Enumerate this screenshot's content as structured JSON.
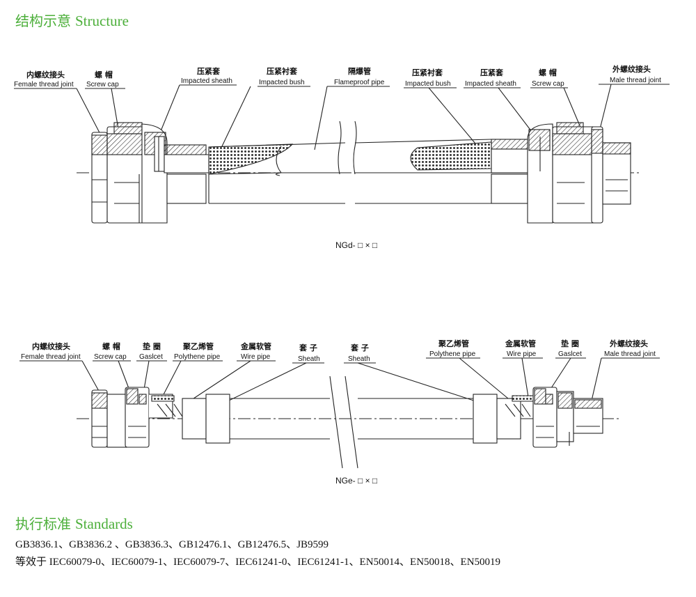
{
  "structure": {
    "title_zh": "结构示意",
    "title_en": "Structure"
  },
  "diagram1": {
    "model": "NGd- □ × □",
    "labels": [
      {
        "zh": "内螺纹接头",
        "en": "Female thread joint"
      },
      {
        "zh": "螺 帽",
        "en": "Screw cap"
      },
      {
        "zh": "压紧套",
        "en": "Impacted sheath"
      },
      {
        "zh": "压紧衬套",
        "en": "Impacted bush"
      },
      {
        "zh": "隔爆管",
        "en": "Flameproof pipe"
      },
      {
        "zh": "压紧衬套",
        "en": "Impacted bush"
      },
      {
        "zh": "压紧套",
        "en": "Impacted sheath"
      },
      {
        "zh": "螺 帽",
        "en": "Screw cap"
      },
      {
        "zh": "外螺纹接头",
        "en": "Male thread joint"
      }
    ]
  },
  "diagram2": {
    "model": "NGe- □ × □",
    "labels": [
      {
        "zh": "内螺纹接头",
        "en": "Female thread joint"
      },
      {
        "zh": "螺 帽",
        "en": "Screw cap"
      },
      {
        "zh": "垫 圈",
        "en": "Gaslcet"
      },
      {
        "zh": "聚乙烯管",
        "en": "Polythene pipe"
      },
      {
        "zh": "金属软管",
        "en": "Wire pipe"
      },
      {
        "zh": "套 子",
        "en": "Sheath"
      },
      {
        "zh": "套 子",
        "en": "Sheath"
      },
      {
        "zh": "聚乙烯管",
        "en": "Polythene pipe"
      },
      {
        "zh": "金属软管",
        "en": "Wire pipe"
      },
      {
        "zh": "垫 圈",
        "en": "Gaslcet"
      },
      {
        "zh": "外螺纹接头",
        "en": "Male thread joint"
      }
    ]
  },
  "standards": {
    "title_zh": "执行标准",
    "title_en": "Standards",
    "line1": "GB3836.1、GB3836.2 、GB3836.3、GB12476.1、GB12476.5、JB9599",
    "line2_prefix": "等效于",
    "line2": " IEC60079-0、IEC60079-1、IEC60079-7、IEC61241-0、IEC61241-1、EN50014、EN50018、EN50019"
  }
}
